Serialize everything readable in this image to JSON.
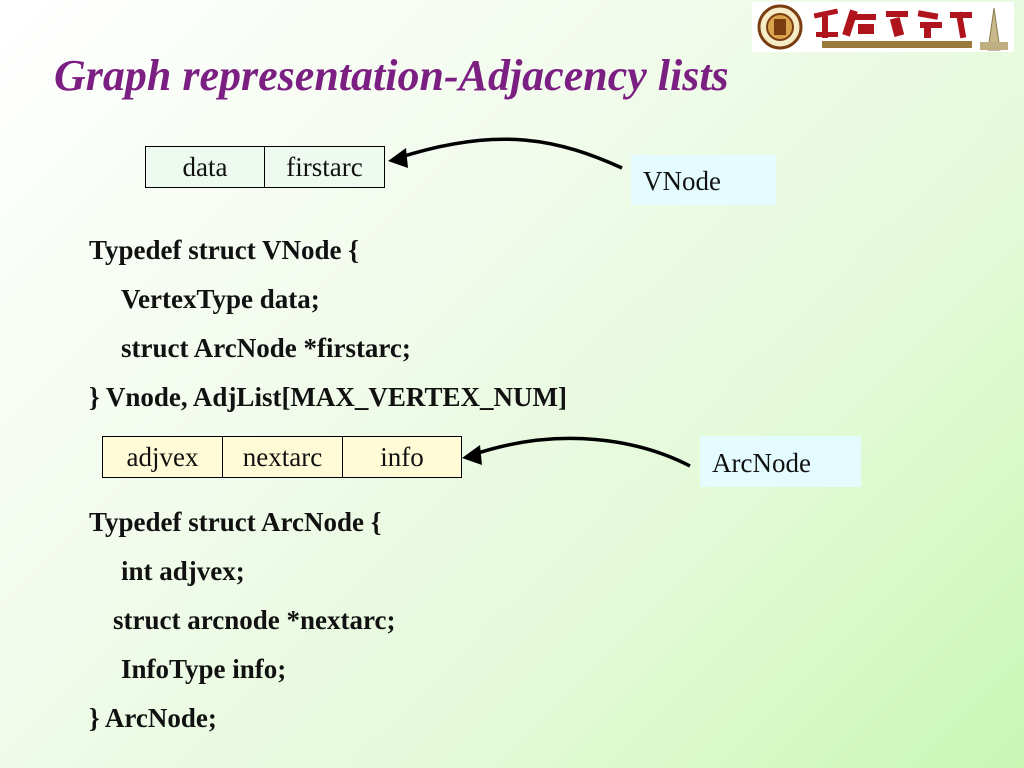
{
  "title": "Graph representation-Adjacency lists",
  "logo": {
    "name": "university-logo"
  },
  "vnode": {
    "fields": [
      "data",
      "firstarc"
    ],
    "label": "VNode",
    "code": [
      "Typedef struct VNode {",
      "VertexType data;",
      "struct ArcNode *firstarc;",
      "} Vnode, AdjList[MAX_VERTEX_NUM]"
    ]
  },
  "arcnode": {
    "fields": [
      "adjvex",
      "nextarc",
      "info"
    ],
    "label": "ArcNode",
    "code": [
      "Typedef struct ArcNode {",
      "int adjvex;",
      "struct arcnode *nextarc;",
      "InfoType info;",
      "} ArcNode;"
    ]
  },
  "colors": {
    "title": "#7b1f82",
    "label_bg": "#e4fcff",
    "vnode_box_bg": "#eefaf0",
    "arcnode_box_bg": "#fffbd6"
  }
}
